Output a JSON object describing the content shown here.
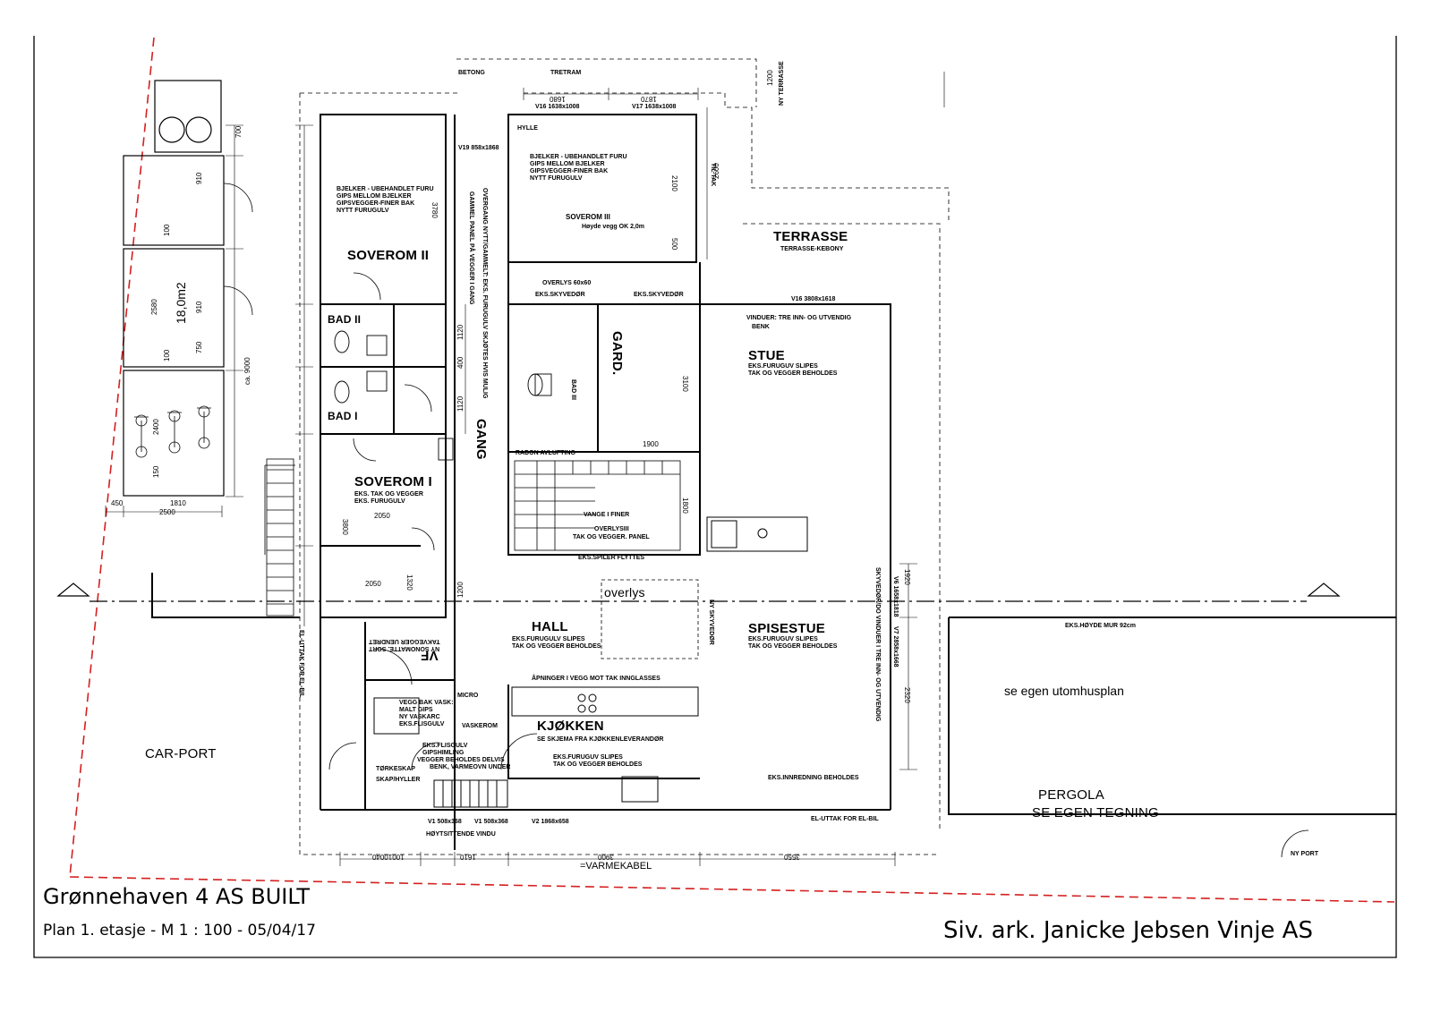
{
  "title_block": {
    "project": "Grønnehaven 4  AS BUILT",
    "plan": "Plan 1. etasje  -  M  1 : 100  -  05/04/17",
    "architect": "Siv. ark. Janicke Jebsen Vinje AS"
  },
  "rooms": {
    "soverom2": "SOVEROM II",
    "soverom1": "SOVEROM I",
    "soverom3": "SOVEROM III",
    "bad2": "BAD II",
    "bad1": "BAD I",
    "bad3": "BAD III",
    "gang": "GANG",
    "gard": "GARD.",
    "terrasse": "TERRASSE",
    "stue": "STUE",
    "hall": "HALL",
    "overlys": "overlys",
    "spisestue": "SPISESTUE",
    "kjokken": "KJØKKEN",
    "vf": "VF",
    "carport": "CAR-PORT",
    "pergola": "PERGOLA",
    "pergola_sub": "SE EGEN TEGNING",
    "utomhus": "se egen utomhusplan",
    "bod_area": "18,0m2"
  },
  "notes": {
    "betong": "BETONG",
    "tretram": "TRETRAM",
    "ny_terrasse": "NY TERRASSE",
    "hylle": "HYLLE",
    "sov2_1": "BJELKER - UBEHANDLET FURU",
    "sov2_2": "GIPS MELLOM BJELKER",
    "sov2_3": "GIPSVEGGER-FINER BAK",
    "sov2_4": "NYTT FURUGULV",
    "sov3_1": "BJELKER - UBEHANDLET FURU",
    "sov3_2": "GIPS MELLOM BJELKER",
    "sov3_3": "GIPSVEGGER-FINER BAK",
    "sov3_4": "NYTT FURUGULV",
    "sov3_5": "Høyde vegg OK 2,0m",
    "terrasse_sub": "TERRASSE-KEBONY",
    "overlys_6060": "OVERLYS 60x60",
    "eks_skyvedor_a": "EKS.SKYVEDØR",
    "eks_skyvedor_b": "EKS.SKYVEDØR",
    "vinduer": "VINDUER: TRE INN- OG UTVENDIG",
    "benk": "BENK",
    "stue_1": "EKS.FURUGUV SLIPES",
    "stue_2": "TAK OG VEGGER BEHOLDES",
    "sov1_1": "EKS. TAK OG VEGGER",
    "sov1_2": "EKS. FURUGULV",
    "radon": "RADON AVLUFTING",
    "vange": "VANGE I FINER",
    "overlys3_1": "OVERLYSIII",
    "overlys3_2": "TAK OG VEGGER. PANEL",
    "spiler": "EKS.SPILER FLYTTES",
    "hall_1": "EKS.FURUGULV SLIPES",
    "hall_2": "TAK OG VEGGER BEHOLDES",
    "spise_1": "EKS.FURUGUV SLIPES",
    "spise_2": "TAK OG VEGGER BEHOLDES",
    "apninger": "ÅPNINGER I VEGG MOT TAK INNGLASSES",
    "micro": "MICRO",
    "vaskerom": "VASKEROM",
    "vegg_1": "VEGG BAK VASK:",
    "vegg_2": "MALT GIPS",
    "vegg_3": "NY VASKARC",
    "vegg_4": "EKS.FLISGULV",
    "flis_1": "EKS.FLISGULV",
    "flis_2": "GIPSHIMLING",
    "flis_3": "VEGGER BEHOLDES DELVIS",
    "flis_4": "BENK, VARMEOVN UNDER",
    "kjokken_1": "SE SKJEMA FRA  KJØKKENLEVERANDØR",
    "kjokken_2": "EKS.FURUGUV SLIPES",
    "kjokken_3": "TAK OG VEGGER BEHOLDES",
    "innredning": "EKS.INNREDNING BEHOLDES",
    "torkeskap": "TØRKESKAP",
    "skap_hyller": "SKAP/HYLLER",
    "el_uttak": "EL-UTTAK FOR EL-BIL",
    "hoytsittende": "HØYTSITTENDE VINDU",
    "varmekabel": "=VARMEKABEL",
    "hoyde_mur": "EKS.HØYDE MUR 92cm",
    "ny_port": "NY PORT",
    "overgang": "OVERGANG NYTT/GAMMELT: EKS. FURUGULV SKJØTES HVIS MULIG",
    "overgang2": "GAMMEL PANEL PÅ VEGGER I GANG",
    "skyvedor_vert": "SKYVEDØR/DO VINDUER I TRE INN- OG UTVENDIG",
    "ny_skyvedor": "NY SKYVEDØR",
    "elbil_vert": "EL-UTTAK FOR EL-BIL",
    "til_tak": "TIL TAK",
    "cc": "ca. 9000",
    "taklys": "TAKVEGGER UENDRET",
    "taklys2": "NY SONOMATTE. SORT"
  },
  "windows": {
    "v16": "V16  1638x1008",
    "v17": "V17  1638x1008",
    "v19": "V19  858x1868",
    "v16b": "V16  3808x1618",
    "v1a": "V1  508x368",
    "v1b": "V1  508x368",
    "v2": "V2  1868x658",
    "v6": "V6  1658x1818",
    "v7": "V7  2858x1668"
  },
  "dimensions": {
    "d1680": "1680",
    "d1870": "1870",
    "d1200": "1200",
    "d700": "700",
    "d910a": "910",
    "d910b": "910",
    "d100a": "100",
    "d2580": "2580",
    "d750": "750",
    "d100b": "100",
    "d2400": "2400",
    "d150": "150",
    "d450": "450",
    "d1810": "1810",
    "d2500": "2500",
    "d3780": "3780",
    "d2100": "2100",
    "d2600": "2600",
    "d500": "500",
    "d1120a": "1120",
    "d400": "400",
    "d1120b": "1120",
    "d2050a": "2050",
    "d2050b": "2050",
    "d1320": "1320",
    "d1200b": "1200",
    "d3800": "3800",
    "d3100": "3100",
    "d1900": "1900",
    "d1800": "1800",
    "d1920": "1920",
    "d2320": "2320",
    "d3900": "3900",
    "d3550": "3550",
    "d1610": "1610",
    "d10040": "10010040"
  },
  "colors": {
    "line": "#000000",
    "property_line": "#d42020",
    "fill_grey": "#cfcfcf",
    "paper": "#ffffff"
  }
}
